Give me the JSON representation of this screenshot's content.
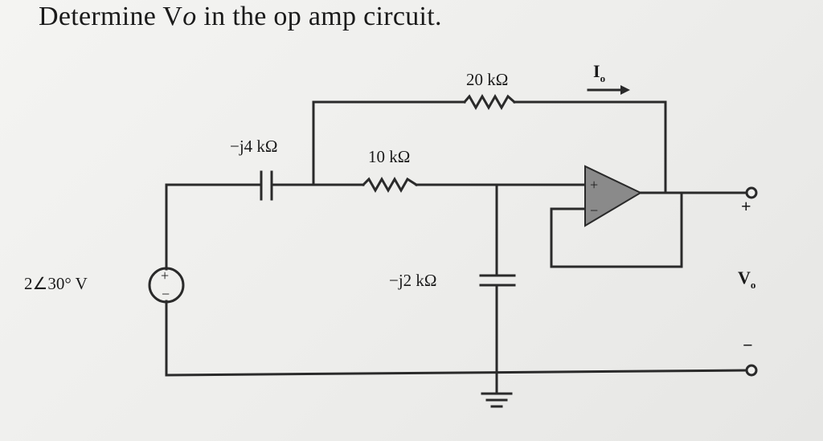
{
  "question": {
    "prefix": "Determine V",
    "italic_var": "o",
    "suffix": " in the op amp circuit."
  },
  "labels": {
    "r_feedback": "20 kΩ",
    "r_series": "10 kΩ",
    "c_series": "−j4 kΩ",
    "c_shunt": "−j2 kΩ",
    "source": "2∠30° V",
    "current_main": "I",
    "current_sub": "o",
    "vout_main": "V",
    "vout_sub": "o",
    "plus": "+",
    "minus": "−",
    "opamp_plus": "+",
    "opamp_minus": "−"
  },
  "colors": {
    "wire": "#2a2a2a",
    "opamp_fill": "#8a8a8a",
    "background": "#f0f0ee"
  }
}
